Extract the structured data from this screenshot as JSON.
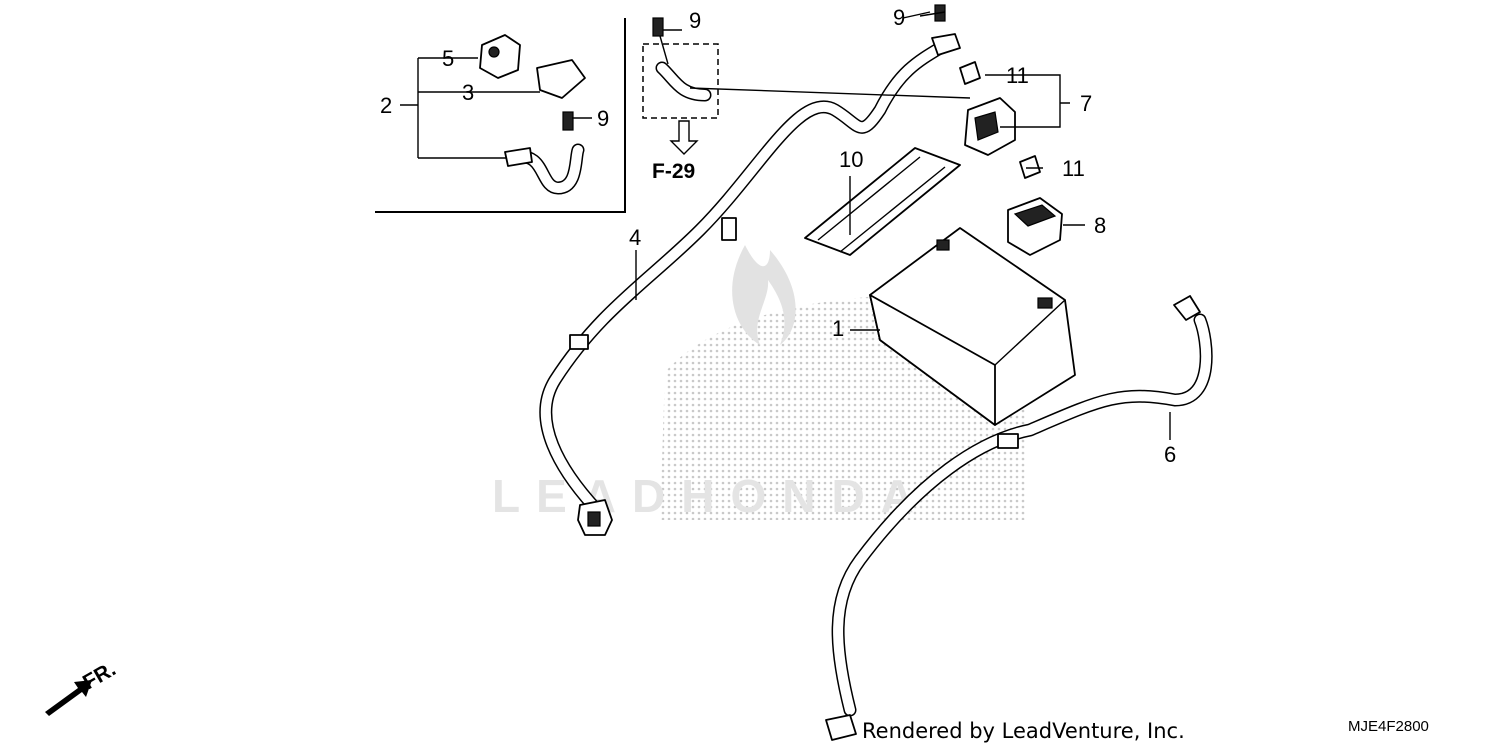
{
  "callouts": {
    "c1": "1",
    "c2": "2",
    "c3": "3",
    "c4": "4",
    "c5": "5",
    "c6": "6",
    "c7": "7",
    "c8": "8",
    "c9a": "9",
    "c9b": "9",
    "c9c": "9",
    "c10": "10",
    "c11a": "11",
    "c11b": "11"
  },
  "reference": {
    "label": "F-29"
  },
  "direction": {
    "label": "FR."
  },
  "footer": {
    "rendered_by": "Rendered by LeadVenture, Inc.",
    "diagram_code": "MJE4F2800"
  },
  "watermark": {
    "text": "LEADHONDA"
  }
}
